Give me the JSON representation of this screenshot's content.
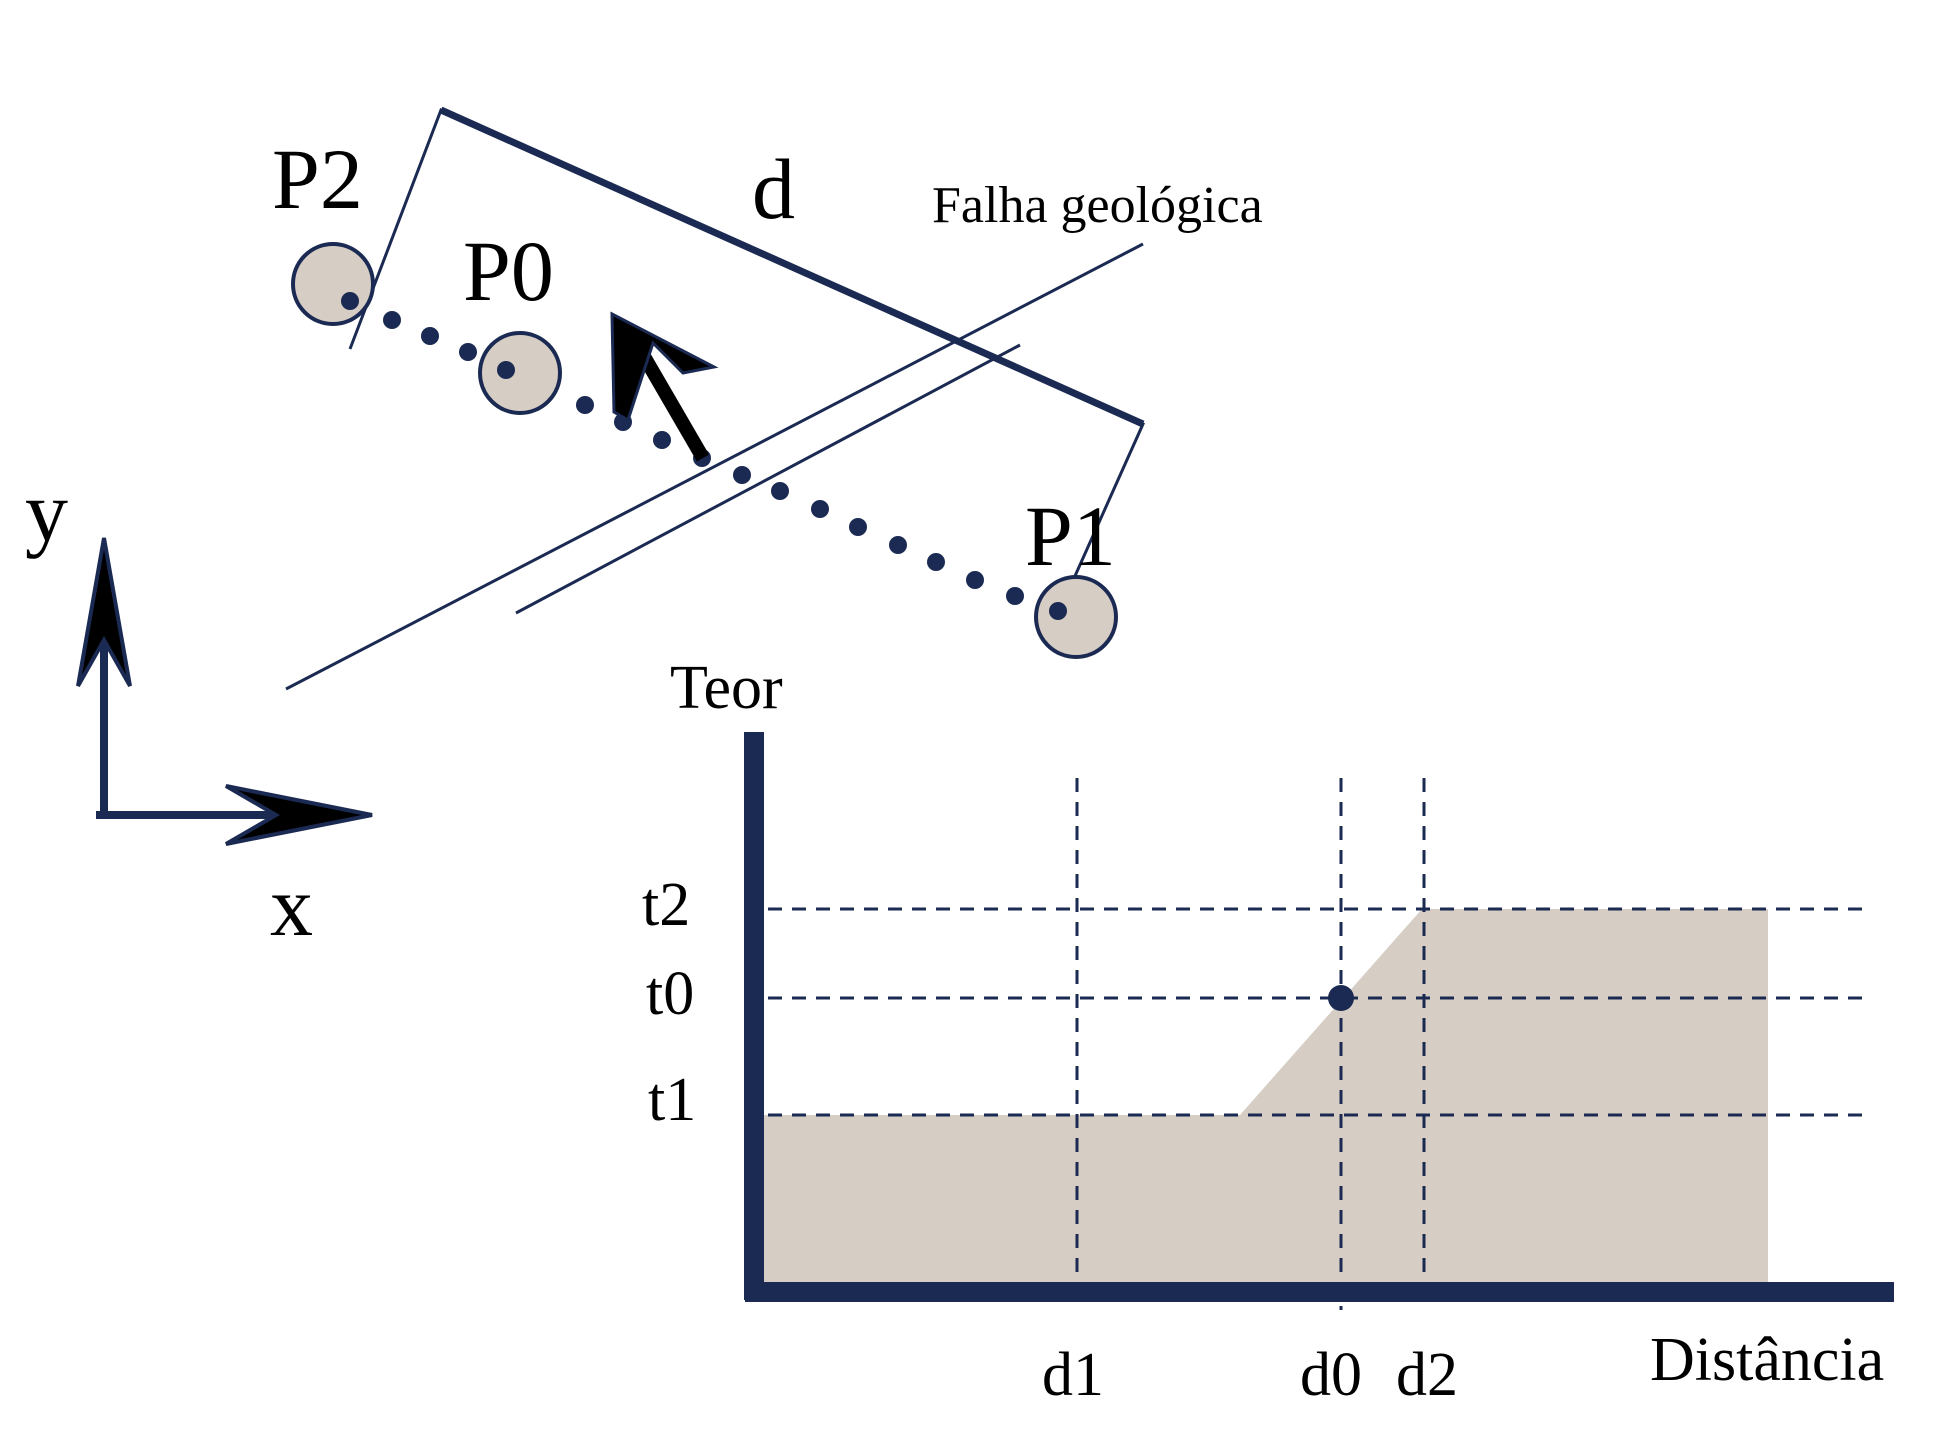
{
  "labels": {
    "p2": "P2",
    "p0": "P0",
    "p1": "P1",
    "d": "d",
    "fault": "Falha geológica",
    "y_axis": "y",
    "x_axis": "x"
  },
  "chart_data": {
    "type": "area",
    "ylabel": "Teor",
    "xlabel": "Distância",
    "x_ticks": [
      "d1",
      "d0",
      "d2"
    ],
    "y_ticks": [
      "t2",
      "t0",
      "t1"
    ],
    "marked_point": {
      "x": "d0",
      "y": "t0"
    },
    "profile": [
      {
        "segment": "constant",
        "value": "t1"
      },
      {
        "segment": "linear ramp",
        "from": "t1",
        "to": "t2",
        "ends_at": "d2"
      },
      {
        "segment": "constant",
        "value": "t2"
      }
    ]
  },
  "colors": {
    "navy": "#1b2a52",
    "fill": "#d6cdc4",
    "black": "#000000"
  }
}
